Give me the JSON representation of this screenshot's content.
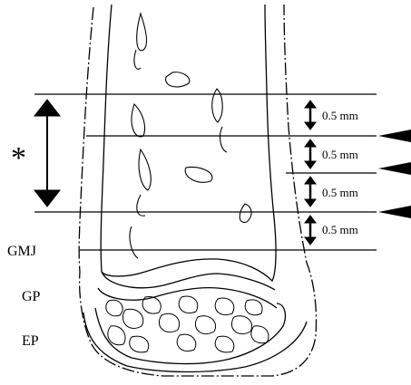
{
  "figure": {
    "asterisk": "*",
    "measurements": [
      "0.5 mm",
      "0.5 mm",
      "0.5 mm",
      "0.5 mm"
    ],
    "region_labels": {
      "gmj": "GMJ",
      "gp": "GP",
      "ep": "EP"
    }
  }
}
